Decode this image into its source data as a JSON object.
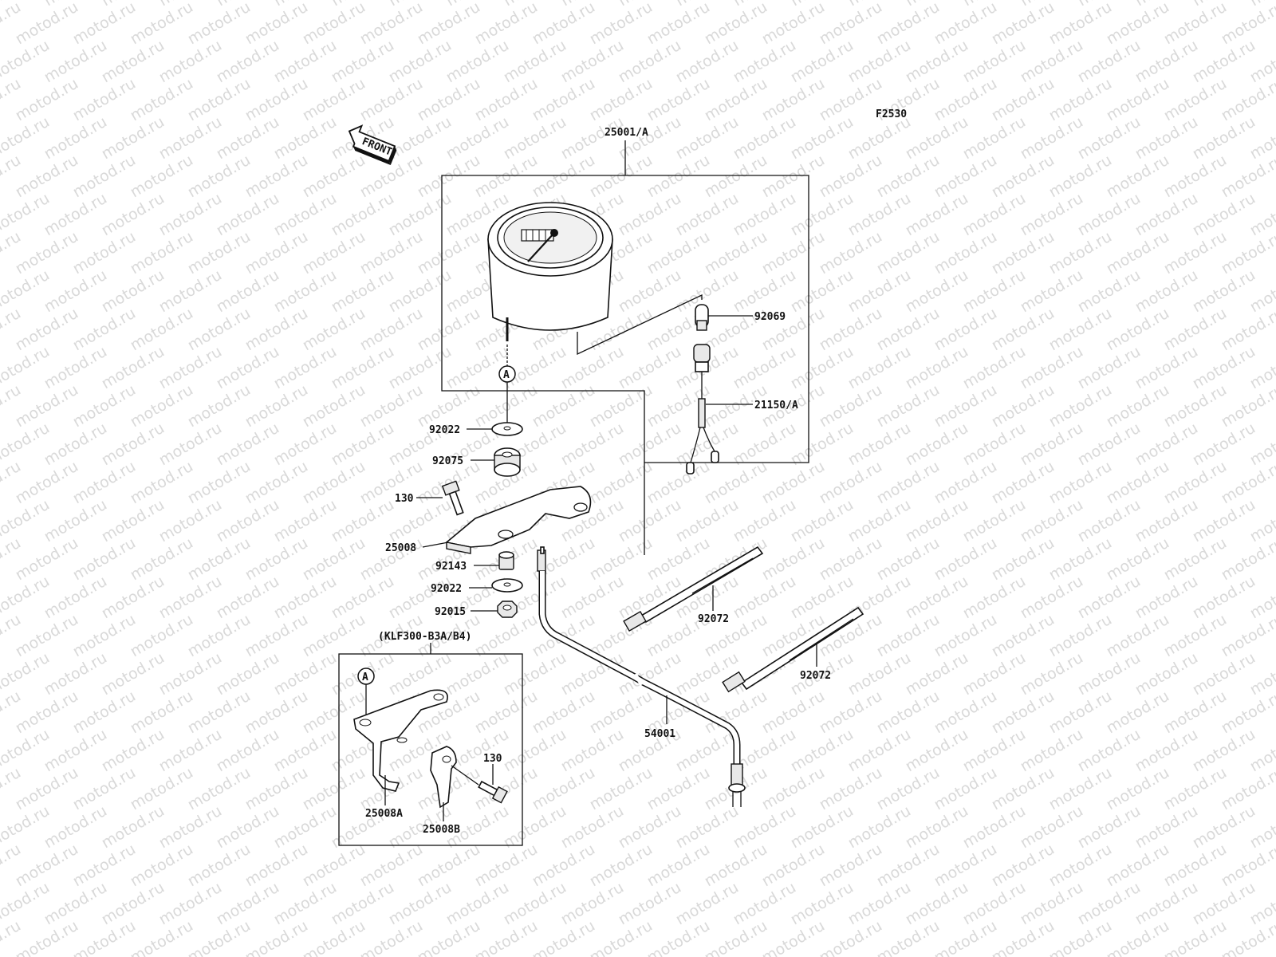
{
  "figure_code": "F2530",
  "front_arrow": {
    "text": "FRONT",
    "icon": "front-arrow-icon"
  },
  "ref_marker": "A",
  "watermark": "motod.ru",
  "labels": {
    "meter_assy": "25001/A",
    "bulb": "92069",
    "socket_cord": "21150/A",
    "washer_top": "92022",
    "damper": "92075",
    "bolt": "130",
    "bracket": "25008",
    "collar": "92143",
    "washer_bottom": "92022",
    "nut": "92015",
    "band_1": "92072",
    "band_2": "92072",
    "cable": "54001"
  },
  "inset": {
    "title": "(KLF300-B3A/B4)",
    "bracket_a": "25008A",
    "bracket_b": "25008B",
    "bolt": "130"
  }
}
